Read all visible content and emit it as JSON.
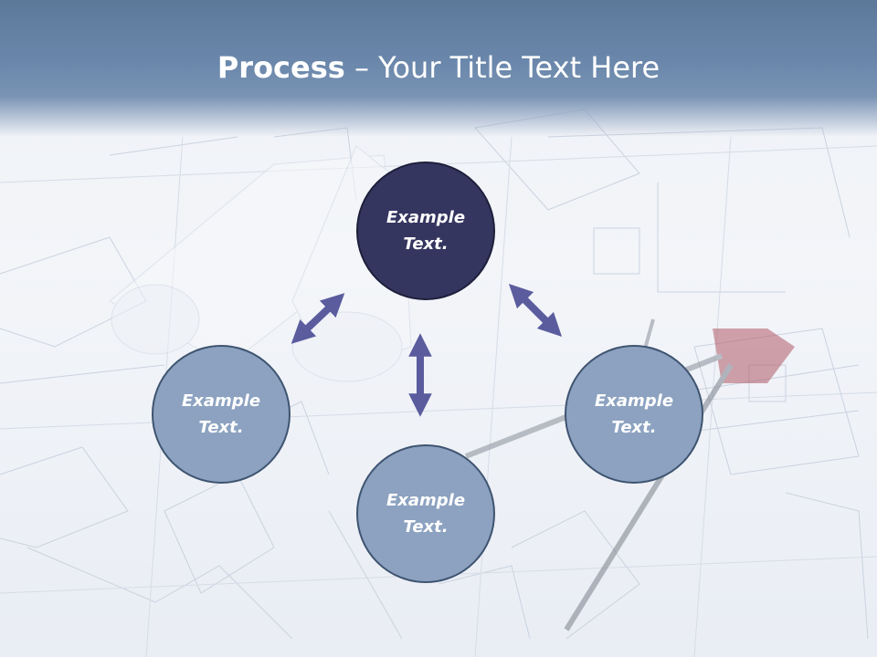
{
  "title": {
    "strong": "Process",
    "rest": " – Your Title Text Here"
  },
  "nodes": [
    {
      "text": "Example\nText.",
      "style": "dark"
    },
    {
      "text": "Example\nText.",
      "style": "light"
    },
    {
      "text": "Example\nText.",
      "style": "light"
    },
    {
      "text": "Example\nText.",
      "style": "light"
    }
  ],
  "colors": {
    "header": "#6a87ab",
    "node_dark": "#35365f",
    "node_light": "#8ca2c0",
    "arrow": "#5a5c9e"
  }
}
